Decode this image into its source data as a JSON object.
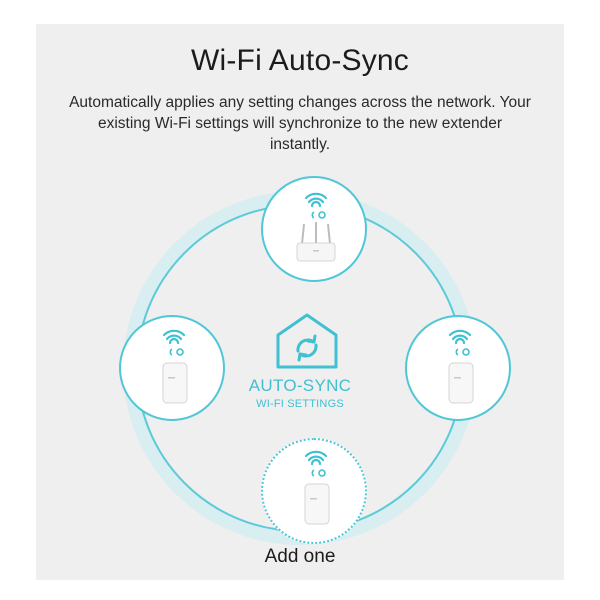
{
  "title": "Wi-Fi Auto-Sync",
  "description": "Automatically applies any setting changes across the network. Your existing Wi-Fi settings will synchronize to the new extender instantly.",
  "center": {
    "line1": "AUTO-SYNC",
    "line2": "WI-FI SETTINGS",
    "icon": "house-sync-icon"
  },
  "nodes": [
    {
      "name": "router",
      "icon": "router-icon"
    },
    {
      "name": "extender-left",
      "icon": "extender-icon"
    },
    {
      "name": "extender-right",
      "icon": "extender-icon"
    },
    {
      "name": "extender-new",
      "icon": "extender-icon",
      "label": "Add one"
    }
  ],
  "colors": {
    "accent": "#4fc7d6",
    "panel_bg": "#efefef",
    "text": "#1c1c1c"
  }
}
